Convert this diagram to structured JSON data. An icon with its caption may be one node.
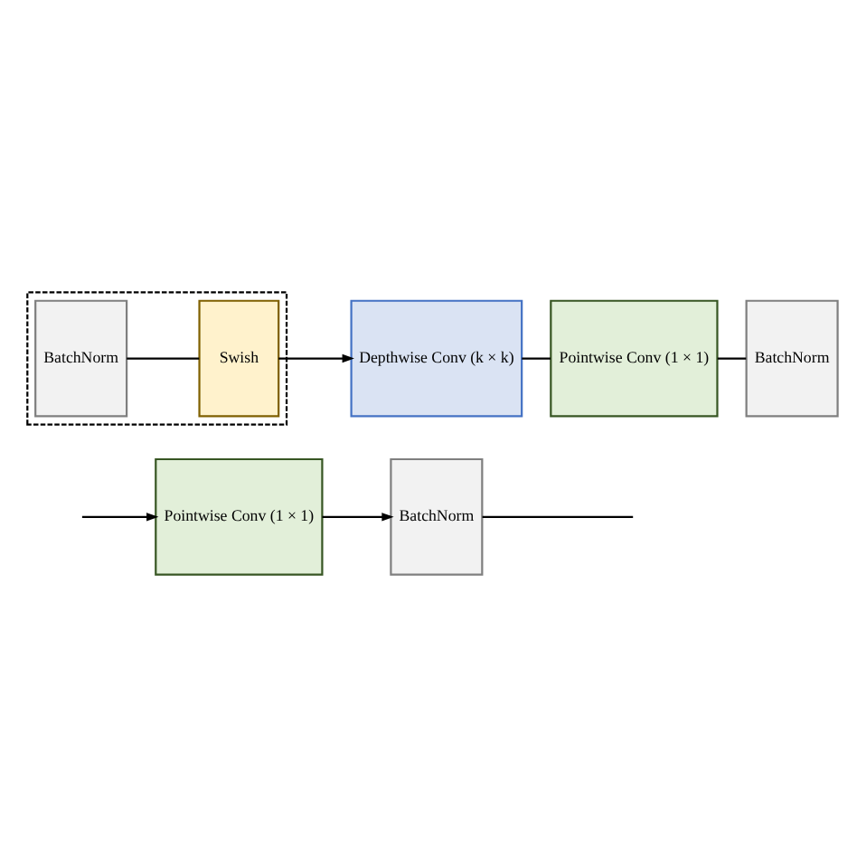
{
  "diagram": {
    "nodes": [
      {
        "text": [
          "Pointwise Conv (1 × 1)"
        ]
      },
      {
        "text": [
          "BatchNorm"
        ]
      },
      {
        "text": [],
        "shape": "box"
      },
      {
        "text": [
          "BatchNorm"
        ],
        "in": 2
      },
      {
        "text": [
          "Swish"
        ],
        "in": 2
      },
      {
        "text": [
          "Depthwise Conv (k × k)"
        ]
      },
      {
        "text": [
          "Pointwise Conv (1 × 1)"
        ]
      },
      {
        "text": [
          "BatchNorm"
        ]
      }
    ],
    "edges": [
      {
        "from": null,
        "to": 0,
        "arrow": "to"
      },
      {
        "from": 0,
        "to": 1,
        "arrow": "to"
      },
      {
        "from": 1,
        "to": null,
        "arrow": "none"
      },
      {
        "from": 3,
        "to": 4,
        "arrow": "none"
      },
      {
        "from": 4,
        "to": 5,
        "arrow": "to"
      },
      {
        "from": 5,
        "to": 6,
        "arrow": "none"
      },
      {
        "from": 6,
        "to": 7,
        "arrow": "none"
      }
    ]
  }
}
